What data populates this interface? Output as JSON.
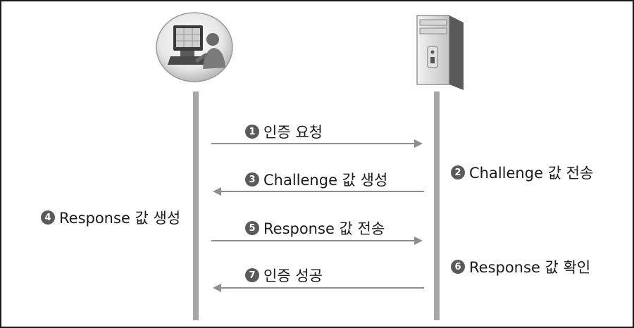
{
  "client": {
    "icon": "computer-user-icon"
  },
  "server": {
    "icon": "server-tower-icon"
  },
  "messages": [
    {
      "step": "1",
      "label": "인증 요청",
      "direction": "right"
    },
    {
      "step": "3",
      "label": "Challenge 값 생성",
      "direction": "left"
    },
    {
      "step": "5",
      "label": "Response 값 전송",
      "direction": "right"
    },
    {
      "step": "7",
      "label": "인증 성공",
      "direction": "left"
    }
  ],
  "server_notes": [
    {
      "step": "2",
      "label": "Challenge 값 전송"
    },
    {
      "step": "6",
      "label": "Response 값 확인"
    }
  ],
  "client_notes": [
    {
      "step": "4",
      "label": "Response 값 생성"
    }
  ],
  "colors": {
    "lifeline": "#a6a6a6",
    "arrow": "#8e8e8e",
    "badge": "#5a5a5a",
    "border": "#1a1a1a"
  }
}
